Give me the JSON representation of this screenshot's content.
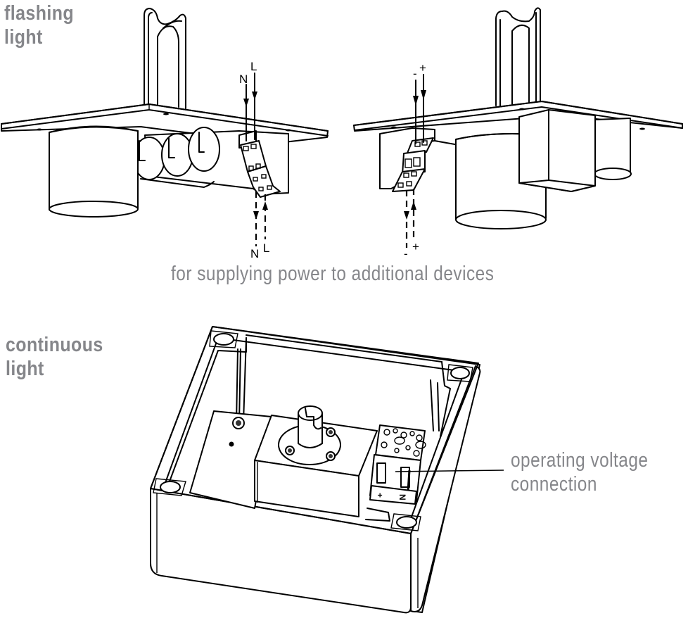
{
  "sections": {
    "flashing": {
      "title_line1": "flashing",
      "title_line2": "light",
      "left_unit": {
        "input_labels": [
          "N",
          "L"
        ],
        "output_labels": [
          "N",
          "L"
        ],
        "tube_markings": [
          "L",
          "L",
          "L"
        ]
      },
      "right_unit": {
        "input_labels": [
          "-",
          "+"
        ],
        "output_labels": [
          "-",
          "+"
        ]
      },
      "caption": "for supplying power to additional devices"
    },
    "continuous": {
      "title_line1": "continuous",
      "title_line2": "light",
      "callout": {
        "line1": "operating voltage",
        "line2": "connection"
      },
      "terminal_marks": [
        "+",
        "N"
      ]
    }
  },
  "colors": {
    "label_text": "#85868a",
    "line_art": "#000000",
    "background": "#ffffff"
  }
}
